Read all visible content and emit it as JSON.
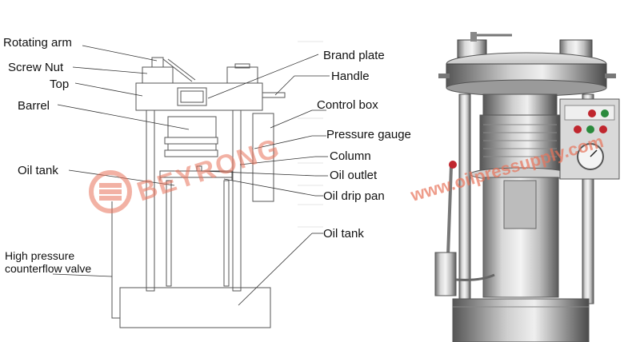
{
  "labels": {
    "rotating_arm": "Rotating arm",
    "screw_nut": "Screw Nut",
    "top": "Top",
    "barrel": "Barrel",
    "oil_tank_left": "Oil tank",
    "high_pressure_line1": "High pressure",
    "high_pressure_line2": "counterflow valve",
    "brand_plate": "Brand plate",
    "handle": "Handle",
    "control_box": "Control box",
    "pressure_gauge": "Pressure gauge",
    "column": "Column",
    "oil_outlet": "Oil outlet",
    "oil_drip_pan": "Oil drip pan",
    "oil_tank_right": "Oil tank"
  },
  "watermark": {
    "brand": "BEYRONG",
    "url": "www.oilpressupply.com",
    "color": "#e8735a"
  }
}
